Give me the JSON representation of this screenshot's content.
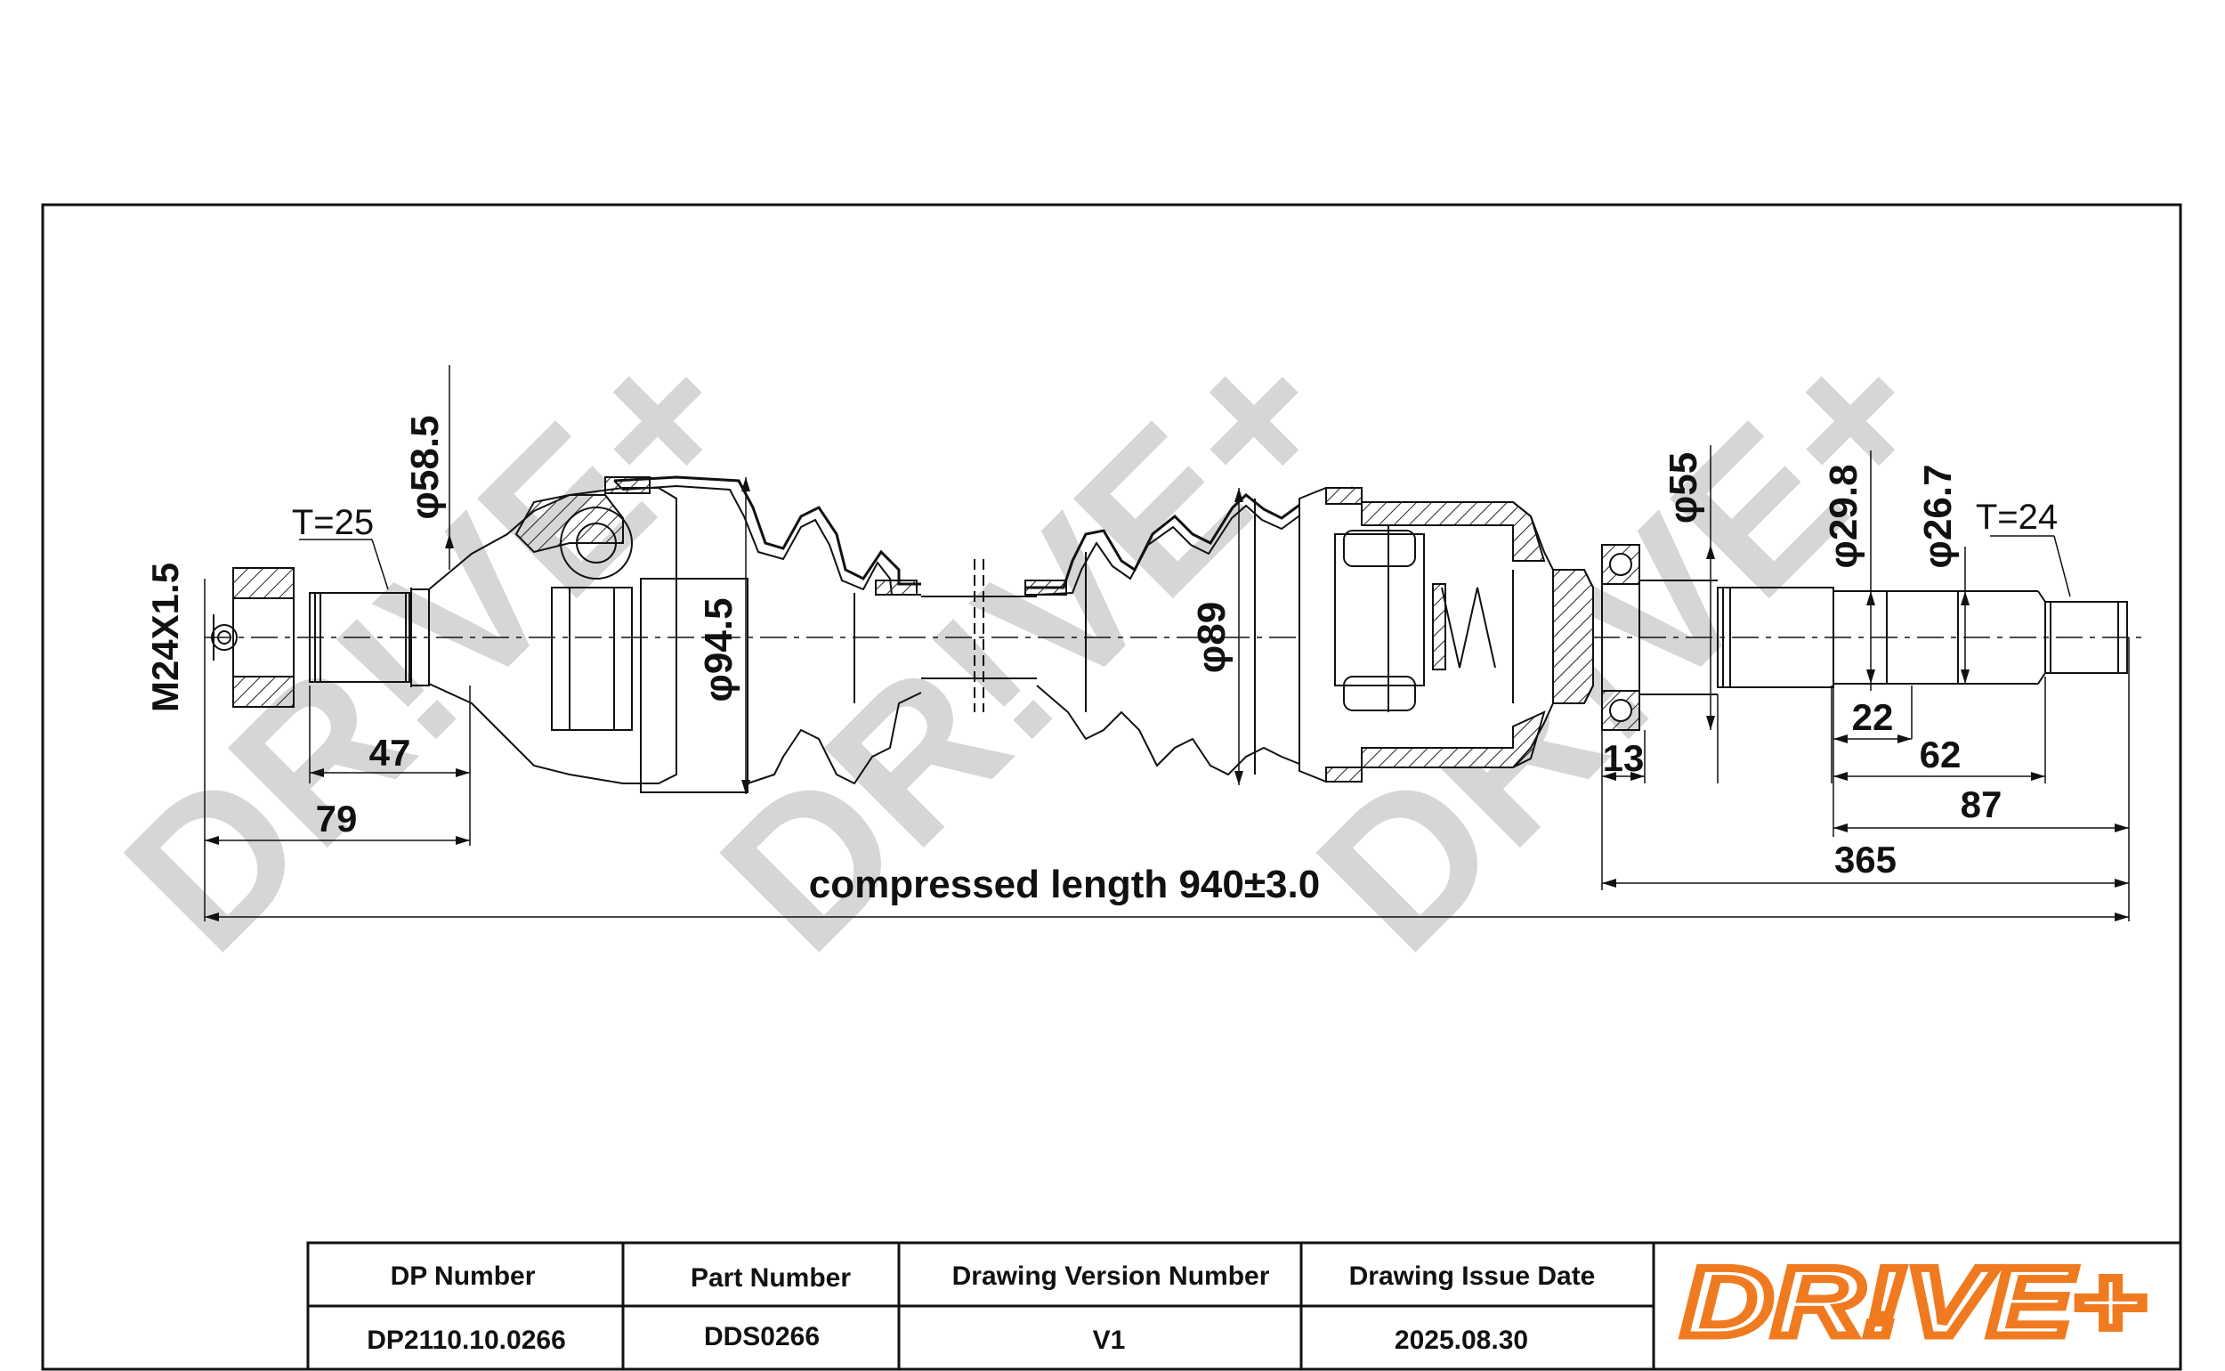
{
  "brand": {
    "name": "DR!VE+",
    "color": "#f07a1f",
    "watermark_color": "#d6d6d6"
  },
  "dimensions": {
    "thread": "M24X1.5",
    "t_left": "T=25",
    "t_right": "T=24",
    "d_58_5": "φ58.5",
    "d_94_5": "φ94.5",
    "d_89": "φ89",
    "d_55": "φ55",
    "d_29_8": "φ29.8",
    "d_26_7": "φ26.7",
    "len_47": "47",
    "len_79": "79",
    "len_22": "22",
    "len_62": "62",
    "len_13": "13",
    "len_87": "87",
    "len_365": "365",
    "compressed": "compressed length 940±3.0"
  },
  "title_block": {
    "headers": {
      "dp_number": "DP Number",
      "part_number": "Part Number",
      "version": "Drawing Version Number",
      "issue_date": "Drawing Issue Date"
    },
    "values": {
      "dp_number": "DP2110.10.0266",
      "part_number": "DDS0266",
      "version": "V1",
      "issue_date": "2025.08.30"
    }
  }
}
